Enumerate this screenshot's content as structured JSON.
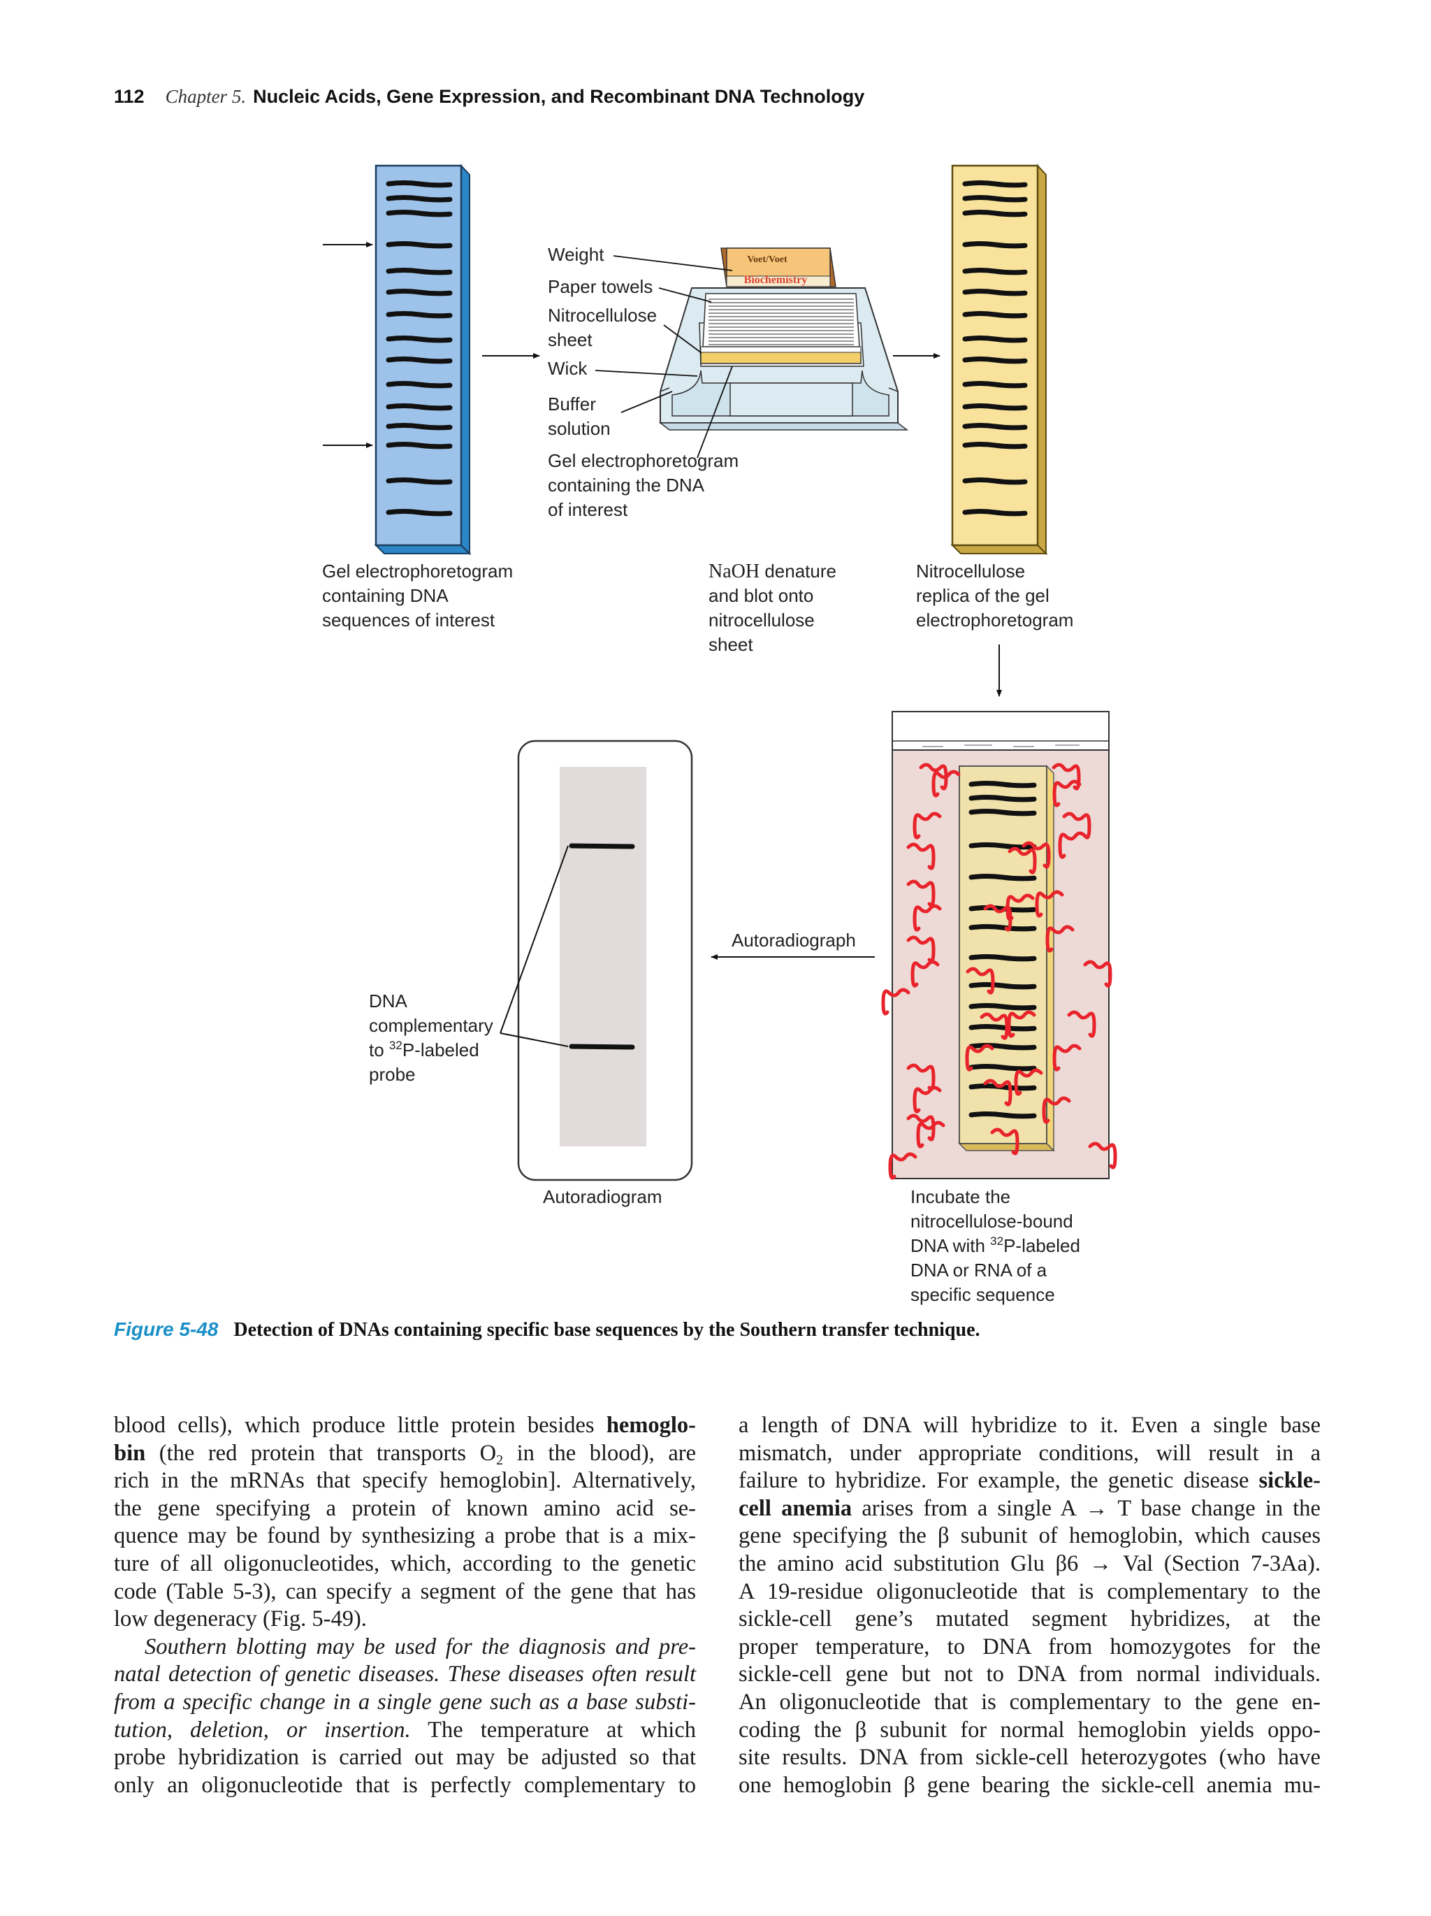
{
  "header": {
    "page_number": "112",
    "chapter": "Chapter 5.",
    "chapter_title": "Nucleic Acids, Gene Expression, and Recombinant DNA Technology"
  },
  "figure": {
    "book_label_top": "Voet/Voet",
    "book_label_bottom": "Biochemistry",
    "apparatus_labels": {
      "weight": "Weight",
      "paper_towels": "Paper towels",
      "nitrocellulose_1": "Nitrocellulose",
      "nitrocellulose_2": "sheet",
      "wick": "Wick",
      "buffer_1": "Buffer",
      "buffer_2": "solution",
      "gel_1": "Gel electrophoretogram",
      "gel_2": "containing the DNA",
      "gel_3": "of interest"
    },
    "gel_caption": [
      "Gel electrophoretogram",
      "containing DNA",
      "sequences of interest"
    ],
    "naoh_caption": {
      "chem": "NaOH",
      "rest": " denature",
      "l2": "and blot onto",
      "l3": "nitrocellulose",
      "l4": "sheet"
    },
    "replica_caption": [
      "Nitrocellulose",
      "replica of the gel",
      "electrophoretogram"
    ],
    "autoradiograph_label": "Autoradiograph",
    "autoradiogram_label": "Autoradiogram",
    "dna_label": {
      "l1": "DNA",
      "l2": "complementary",
      "l3_pre": "to ",
      "l3_sup": "32",
      "l3_post": "P-labeled",
      "l4": "probe"
    },
    "incubate_label": {
      "l1": "Incubate the",
      "l2": "nitrocellulose-bound",
      "l3_pre": "DNA with ",
      "l3_sup": "32",
      "l3_post": "P-labeled",
      "l4": "DNA or RNA of a",
      "l5": "specific sequence"
    },
    "caption_number": "Figure 5-48",
    "caption_text": "Detection of DNAs containing specific base sequences by the Southern transfer technique.",
    "colors": {
      "gel_blue": "#9ec3ea",
      "replica_yellow": "#f8e29c",
      "probe_red": "#e8232b",
      "caption_blue": "#1b8fc7"
    }
  },
  "body": {
    "left": {
      "l1a": "blood cells), which produce little protein besides ",
      "l1b": "hemoglo-",
      "l2a": "bin",
      "l2b": " (the red protein that transports O",
      "l2sub": "2",
      "l2c": " in the blood), are",
      "l3": "rich in the mRNAs that specify hemoglobin]. Alternatively,",
      "l4": "the gene specifying a protein of known amino acid se-",
      "l5": "quence may be found by synthesizing a probe that is a mix-",
      "l6": "ture of all oligonucleotides, which, according to the genetic",
      "l7": "code (Table 5-3), can specify a segment of the gene that has",
      "l8": "low degeneracy (Fig. 5-49).",
      "l9": "Southern blotting may be used for the diagnosis and pre-",
      "l10": "natal detection of genetic diseases. These diseases often result",
      "l11": "from a specific change in a single gene such as a base substi-",
      "l12a": "tution, deletion, or insertion.",
      "l12b": " The temperature at which",
      "l13": "probe hybridization is carried out may be adjusted so that",
      "l14": "only an oligonucleotide that is perfectly complementary to"
    },
    "right": {
      "l1": "a length of DNA will hybridize to it. Even a single base",
      "l2": "mismatch, under appropriate conditions, will result in a",
      "l3a": "failure to hybridize. For example, the genetic disease ",
      "l3b": "sickle-",
      "l4a": "cell anemia",
      "l4b": " arises from a single A → T base change in the",
      "l5": "gene specifying the β subunit of hemoglobin, which causes",
      "l6": "the amino acid substitution Glu β6 → Val (Section 7-3Aa).",
      "l7": "A 19-residue oligonucleotide that is complementary to the",
      "l8": "sickle-cell gene’s mutated segment hybridizes, at the",
      "l9": "proper temperature, to DNA from homozygotes for the",
      "l10": "sickle-cell gene but not to DNA from normal individuals.",
      "l11": "An oligonucleotide that is complementary to the gene en-",
      "l12": "coding the β subunit for normal hemoglobin yields oppo-",
      "l13": "site results. DNA from sickle-cell heterozygotes (who have",
      "l14": "one hemoglobin β gene bearing the sickle-cell anemia mu-"
    }
  }
}
